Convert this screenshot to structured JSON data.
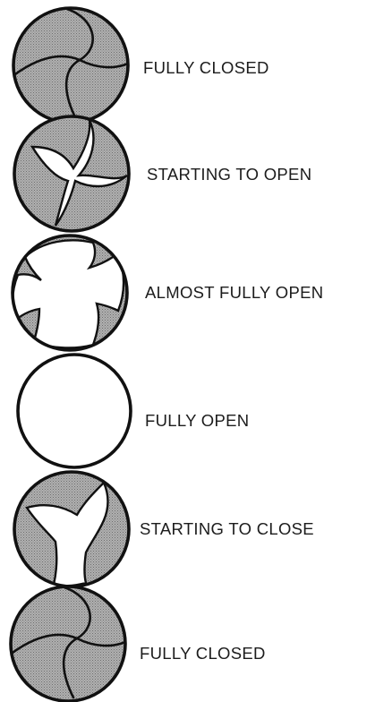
{
  "figure": {
    "stages": [
      {
        "label": "FULLY CLOSED",
        "state": "closed"
      },
      {
        "label": "STARTING TO OPEN",
        "state": "starting-to-open"
      },
      {
        "label": "ALMOST FULLY OPEN",
        "state": "almost-open"
      },
      {
        "label": "FULLY  OPEN",
        "state": "open"
      },
      {
        "label": "STARTING TO CLOSE",
        "state": "starting-to-close"
      },
      {
        "label": "FULLY CLOSED",
        "state": "closed"
      }
    ],
    "colors": {
      "leaf_fill": "#a6a6a6",
      "outline": "#111111",
      "background": "#ffffff"
    }
  }
}
